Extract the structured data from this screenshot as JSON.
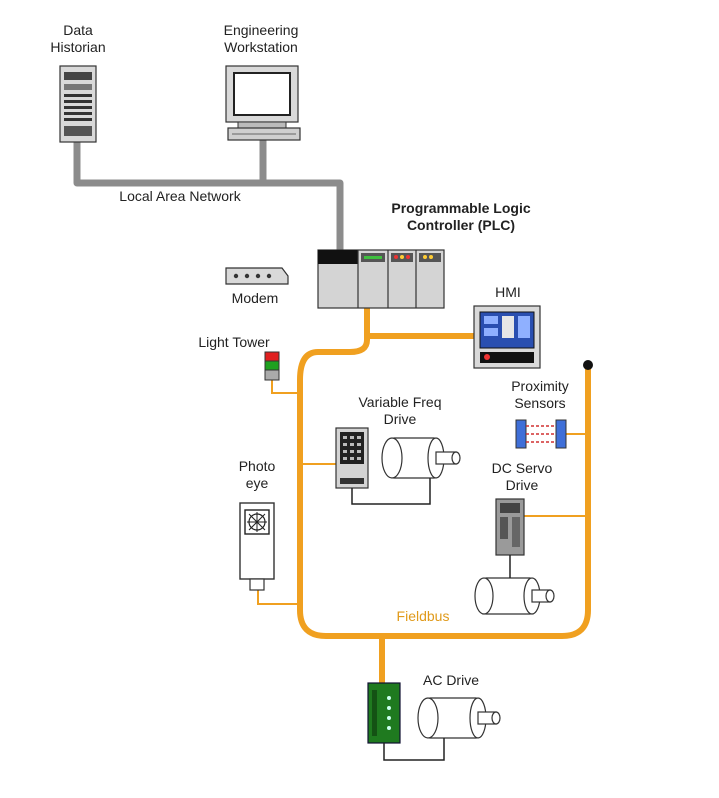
{
  "labels": {
    "data_historian": [
      "Data",
      "Historian"
    ],
    "engineering_workstation": [
      "Engineering",
      "Workstation"
    ],
    "local_area_network": "Local Area Network",
    "plc": [
      "Programmable Logic",
      "Controller (PLC)"
    ],
    "modem": "Modem",
    "hmi": "HMI",
    "light_tower": "Light Tower",
    "variable_freq_drive": [
      "Variable Freq",
      "Drive"
    ],
    "proximity_sensors": [
      "Proximity",
      "Sensors"
    ],
    "photo_eye": [
      "Photo",
      "eye"
    ],
    "dc_servo_drive": [
      "DC Servo",
      "Drive"
    ],
    "fieldbus": "Fieldbus",
    "ac_drive": "AC Drive"
  },
  "colors": {
    "lan": "#8c8c8c",
    "fieldbus": "#f0a020",
    "fieldbus_label": "#e09a1a",
    "ac_drive": "#1f7a1f",
    "hmi_screen": "#2a4fb0",
    "sensor": "#3f6fd8",
    "outline": "#222222"
  }
}
